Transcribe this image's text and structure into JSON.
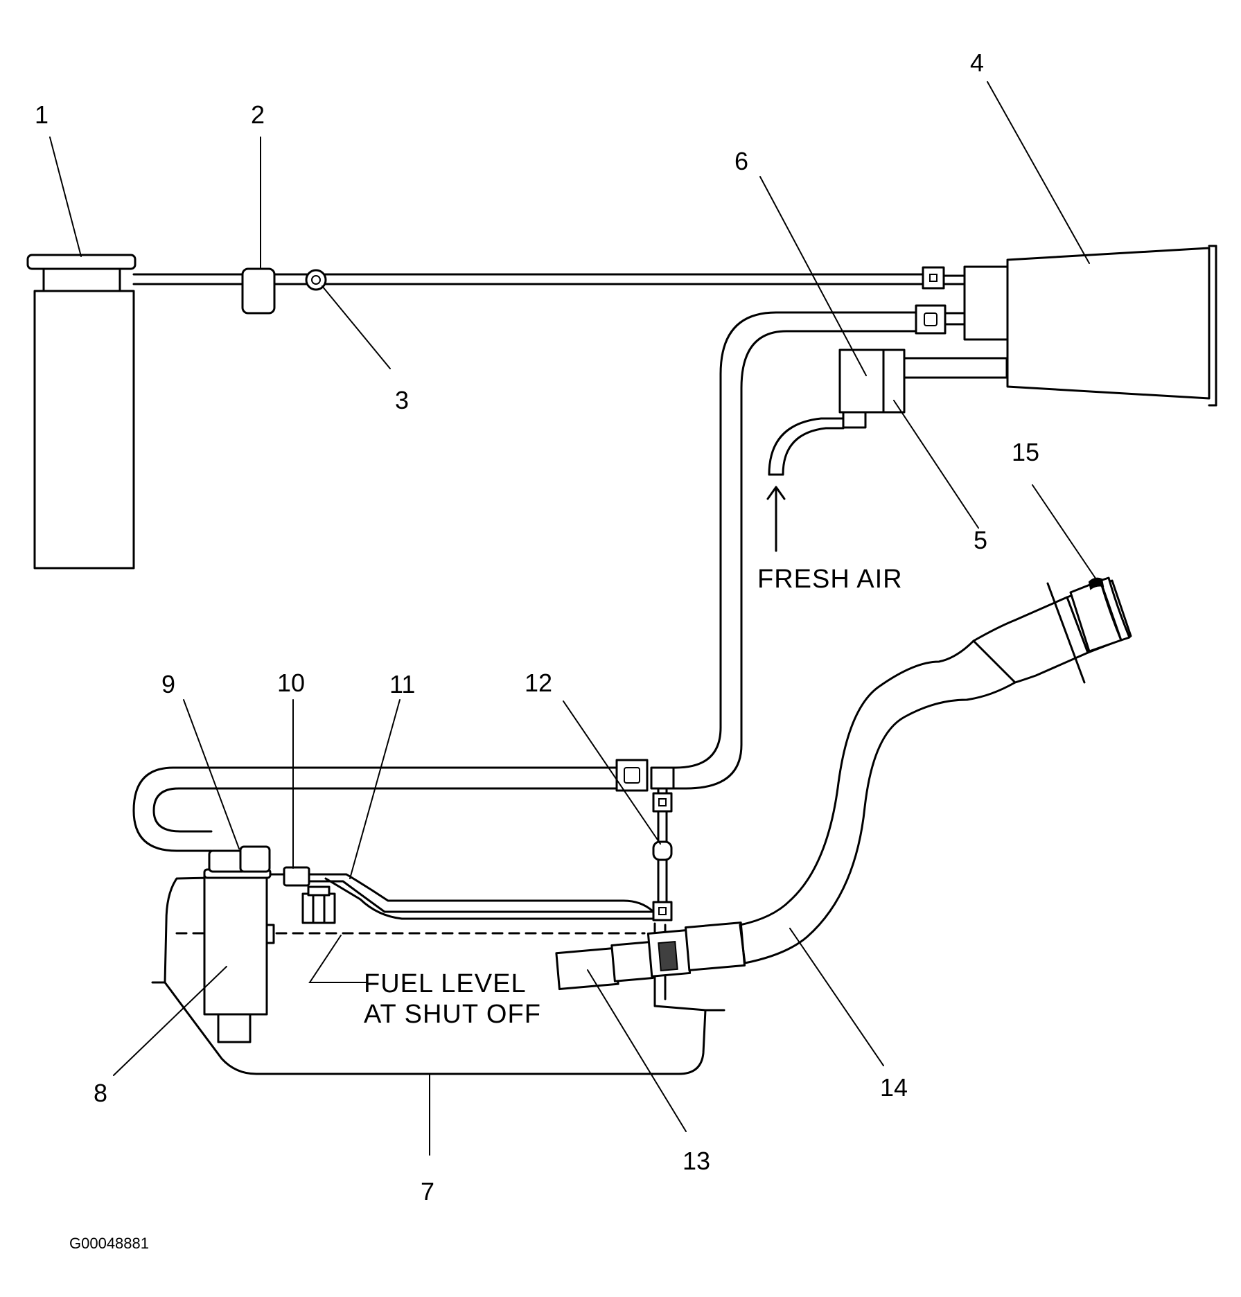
{
  "callouts": [
    "1",
    "2",
    "3",
    "4",
    "5",
    "6",
    "7",
    "8",
    "9",
    "10",
    "11",
    "12",
    "13",
    "14",
    "15"
  ],
  "labels": {
    "fresh_air": "FRESH AIR",
    "fuel_level_line1": "FUEL LEVEL",
    "fuel_level_line2": "AT SHUT OFF"
  },
  "figure_id": "G00048881"
}
